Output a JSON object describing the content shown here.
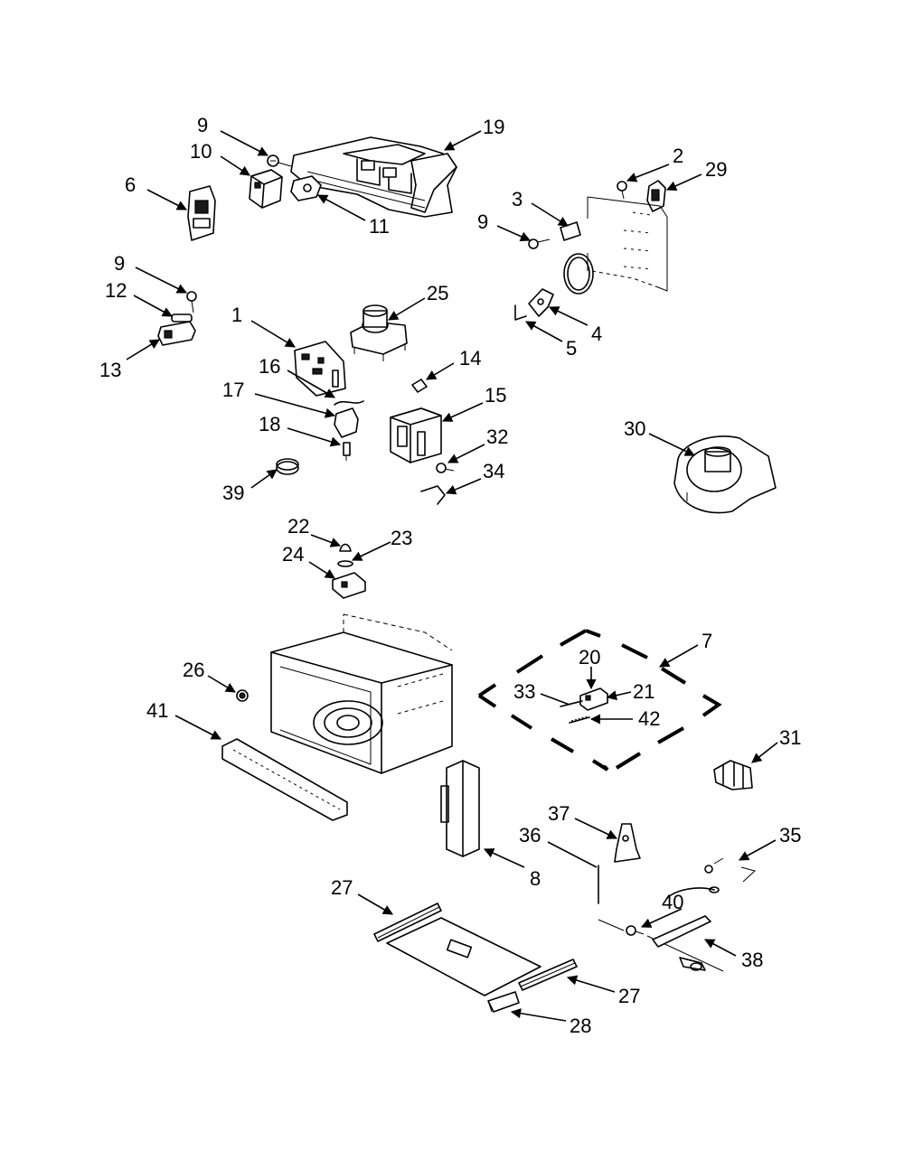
{
  "callouts": [
    {
      "id": "c9a",
      "text": "9"
    },
    {
      "id": "c10",
      "text": "10"
    },
    {
      "id": "c6",
      "text": "6"
    },
    {
      "id": "c19",
      "text": "19"
    },
    {
      "id": "c11",
      "text": "11"
    },
    {
      "id": "c2",
      "text": "2"
    },
    {
      "id": "c29",
      "text": "29"
    },
    {
      "id": "c3",
      "text": "3"
    },
    {
      "id": "c9c",
      "text": "9"
    },
    {
      "id": "c4",
      "text": "4"
    },
    {
      "id": "c5",
      "text": "5"
    },
    {
      "id": "c9b",
      "text": "9"
    },
    {
      "id": "c12",
      "text": "12"
    },
    {
      "id": "c13",
      "text": "13"
    },
    {
      "id": "c25",
      "text": "25"
    },
    {
      "id": "c1",
      "text": "1"
    },
    {
      "id": "c14",
      "text": "14"
    },
    {
      "id": "c16",
      "text": "16"
    },
    {
      "id": "c17",
      "text": "17"
    },
    {
      "id": "c15",
      "text": "15"
    },
    {
      "id": "c18",
      "text": "18"
    },
    {
      "id": "c32",
      "text": "32"
    },
    {
      "id": "c30",
      "text": "30"
    },
    {
      "id": "c39",
      "text": "39"
    },
    {
      "id": "c34",
      "text": "34"
    },
    {
      "id": "c22",
      "text": "22"
    },
    {
      "id": "c23",
      "text": "23"
    },
    {
      "id": "c24",
      "text": "24"
    },
    {
      "id": "c7",
      "text": "7"
    },
    {
      "id": "c20",
      "text": "20"
    },
    {
      "id": "c26",
      "text": "26"
    },
    {
      "id": "c33",
      "text": "33"
    },
    {
      "id": "c21",
      "text": "21"
    },
    {
      "id": "c42",
      "text": "42"
    },
    {
      "id": "c41",
      "text": "41"
    },
    {
      "id": "c31",
      "text": "31"
    },
    {
      "id": "c37",
      "text": "37"
    },
    {
      "id": "c36",
      "text": "36"
    },
    {
      "id": "c35",
      "text": "35"
    },
    {
      "id": "c8",
      "text": "8"
    },
    {
      "id": "c27a",
      "text": "27"
    },
    {
      "id": "c40",
      "text": "40"
    },
    {
      "id": "c38",
      "text": "38"
    },
    {
      "id": "c27b",
      "text": "27"
    },
    {
      "id": "c28",
      "text": "28"
    }
  ]
}
